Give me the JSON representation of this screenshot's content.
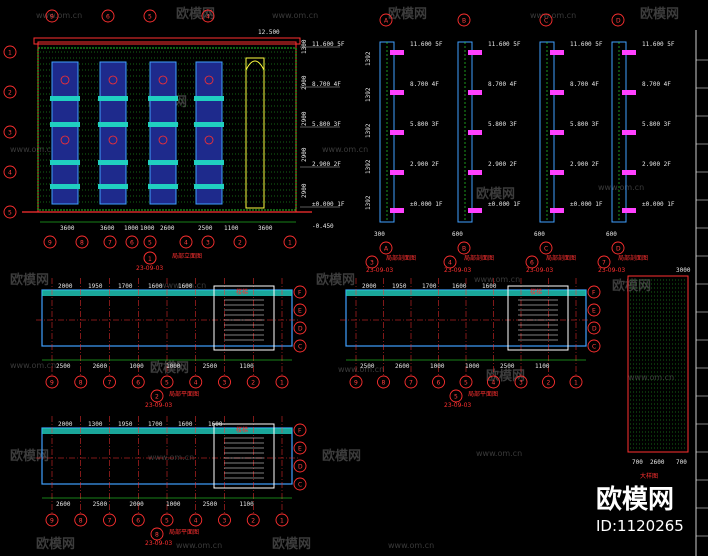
{
  "watermark": {
    "site": "www.om.cn",
    "brand": "欧模网",
    "big_brand": "欧模网",
    "id_text": "ID:1120265"
  },
  "elevation": {
    "top_level": "12.500",
    "levels": [
      "11.600 5F",
      "8.700 4F",
      "5.800 3F",
      "2.900 2F",
      "±0.000 1F"
    ],
    "ground": "-0.450",
    "bottom_dims": [
      "3600",
      "3600",
      "1000",
      "1000",
      "2600",
      "2500",
      "1100",
      "3600"
    ],
    "right_dims": [
      "1300",
      "2900",
      "2900",
      "2900",
      "2900"
    ],
    "axis_bottom": [
      "9",
      "8",
      "7",
      "6",
      "5",
      "4",
      "3",
      "2",
      "1"
    ],
    "axis_top": [
      "9",
      "6",
      "5",
      "4"
    ],
    "title_num": "1",
    "title_code": "23-09-03",
    "title_label": "局部立面图"
  },
  "sections": [
    {
      "num": "3",
      "code": "23-09-03",
      "label": "局部剖面图",
      "axis": "A",
      "base_dim": "300"
    },
    {
      "num": "4",
      "code": "23-09-03",
      "label": "局部剖面图",
      "axis": "B",
      "base_dim": "600"
    },
    {
      "num": "6",
      "code": "23-09-03",
      "label": "局部剖面图",
      "axis": "C",
      "base_dim": "600"
    },
    {
      "num": "7",
      "code": "23-09-03",
      "label": "局部剖面图",
      "axis": "D",
      "base_dim": "600"
    }
  ],
  "section_levels": [
    "11.600 5F",
    "8.700 4F",
    "5.800 3F",
    "2.900 2F",
    "±0.000 1F"
  ],
  "section_vertical_dims": [
    "1392",
    "1392",
    "1392",
    "1392",
    "1392"
  ],
  "plan1": {
    "top_dims": [
      "2000",
      "1950",
      "1700",
      "1600",
      "1600"
    ],
    "bottom_dims": [
      "2500",
      "2600",
      "1000",
      "1000",
      "2500",
      "1100"
    ],
    "room_label": "楼梯",
    "num": "2",
    "code": "23-09-03",
    "label": "局部平面图",
    "axis": [
      "9",
      "8",
      "7",
      "6",
      "5",
      "4",
      "3",
      "2",
      "1"
    ]
  },
  "plan2": {
    "top_dims": [
      "2000",
      "1950",
      "1700",
      "1600",
      "1600"
    ],
    "bottom_dims": [
      "2500",
      "2600",
      "1000",
      "1000",
      "2500",
      "1100"
    ],
    "room_label": "楼梯",
    "num": "5",
    "code": "23-09-03",
    "label": "局部平面图",
    "axis": [
      "9",
      "8",
      "7",
      "6",
      "5",
      "4",
      "3",
      "2",
      "1"
    ]
  },
  "plan3": {
    "top_dims": [
      "2000",
      "1300",
      "1950",
      "1700",
      "1600",
      "1600"
    ],
    "bottom_dims": [
      "2600",
      "2500",
      "2000",
      "1000",
      "2500",
      "1100"
    ],
    "room_label": "楼梯",
    "num": "8",
    "code": "23-09-03",
    "label": "局部平面图",
    "axis": [
      "9",
      "8",
      "7",
      "6",
      "5",
      "4",
      "3",
      "2",
      "1"
    ]
  },
  "detail": {
    "top_dim": "3000",
    "bottom_dims": [
      "700",
      "2600",
      "700"
    ],
    "label": "大样图"
  }
}
